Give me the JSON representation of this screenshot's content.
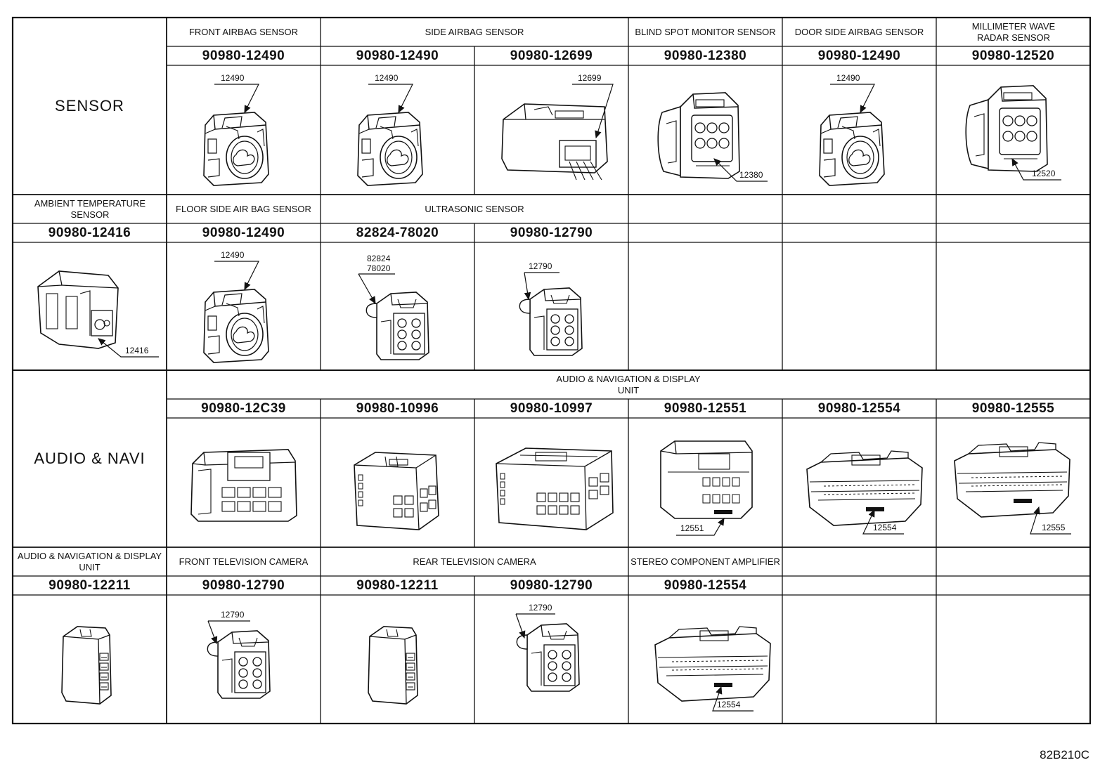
{
  "groups": [
    "SENSOR",
    "AUDIO & NAVI"
  ],
  "row1": {
    "labels": [
      "FRONT AIRBAG SENSOR",
      "SIDE AIRBAG SENSOR",
      "BLIND SPOT MONITOR SENSOR",
      "DOOR SIDE AIRBAG SENSOR",
      "MILLIMETER WAVE RADAR SENSOR"
    ],
    "parts": [
      "90980-12490",
      "90980-12490",
      "90980-12699",
      "90980-12380",
      "90980-12490",
      "90980-12520"
    ],
    "tags": [
      "12490",
      "12490",
      "12699",
      "12380",
      "12490",
      "12520"
    ]
  },
  "row2": {
    "labels": [
      "AMBIENT TEMPERATURE SENSOR",
      "FLOOR SIDE AIR BAG SENSOR",
      "ULTRASONIC SENSOR"
    ],
    "parts": [
      "90980-12416",
      "90980-12490",
      "82824-78020",
      "90980-12790"
    ],
    "tags": [
      "12416",
      "12490",
      "82824",
      "78020",
      "12790"
    ]
  },
  "row3": {
    "labels": [
      "AUDIO & NAVIGATION & DISPLAY UNIT"
    ],
    "parts": [
      "90980-12C39",
      "90980-10996",
      "90980-10997",
      "90980-12551",
      "90980-12554",
      "90980-12555"
    ],
    "tags": [
      "12551",
      "12554",
      "12555"
    ]
  },
  "row4": {
    "labels": [
      "AUDIO & NAVIGATION & DISPLAY UNIT",
      "FRONT TELEVISION CAMERA",
      "REAR TELEVISION CAMERA",
      "STEREO COMPONENT AMPLIFIER"
    ],
    "parts": [
      "90980-12211",
      "90980-12790",
      "90980-12211",
      "90980-12790",
      "90980-12554"
    ],
    "tags": [
      "12790",
      "12790",
      "12554"
    ]
  },
  "drawing_code": "82B210C"
}
